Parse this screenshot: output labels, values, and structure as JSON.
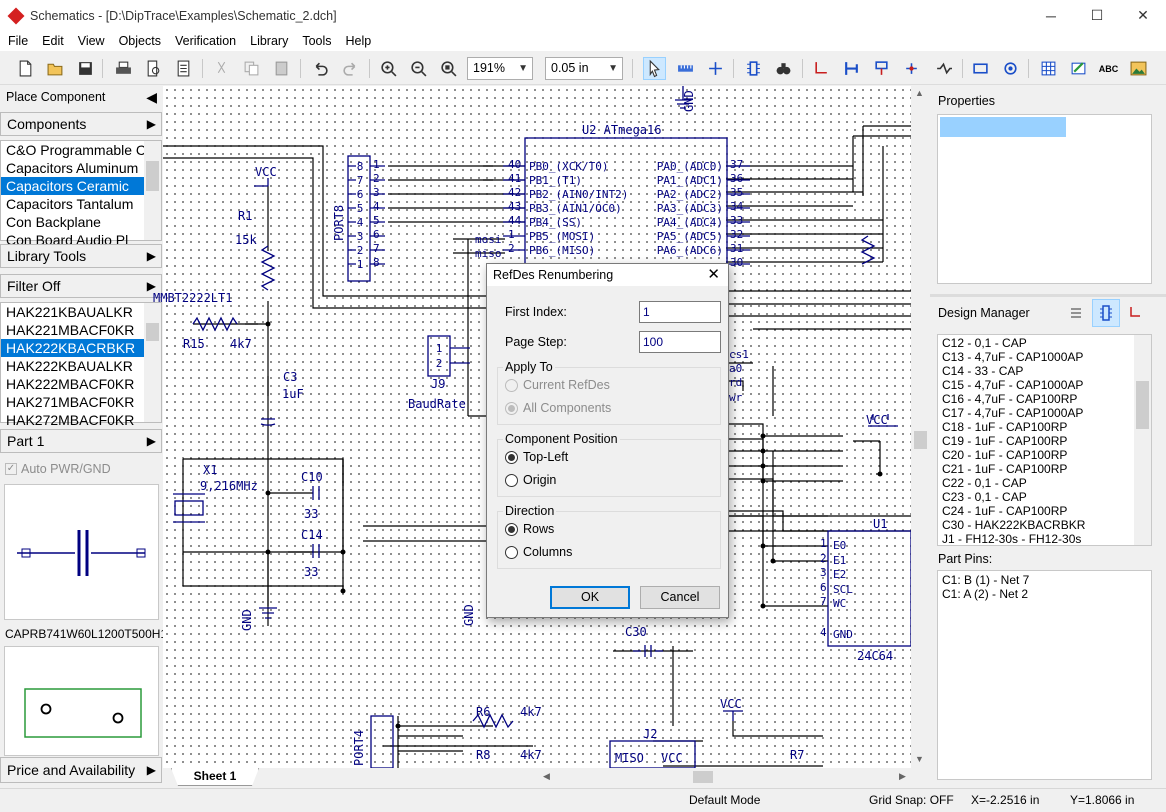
{
  "window": {
    "title": "Schematics - [D:\\DipTrace\\Examples\\Schematic_2.dch]",
    "min_glyph": "─",
    "max_glyph": "☐",
    "close_glyph": "✕"
  },
  "menu": [
    "File",
    "Edit",
    "View",
    "Objects",
    "Verification",
    "Library",
    "Tools",
    "Help"
  ],
  "toolbar": {
    "zoom_value": "191%",
    "grid_value": "0.05 in",
    "icons": [
      "new-icon",
      "open-icon",
      "save-icon",
      "print-icon",
      "print-preview-icon",
      "report-icon",
      "cut-icon",
      "copy-icon",
      "paste-icon",
      "undo-icon",
      "redo-icon",
      "zoom-in-icon",
      "zoom-out-icon",
      "zoom-fit-icon",
      "select-icon",
      "ruler-icon",
      "crosshair-icon",
      "place-part-icon",
      "find-icon",
      "wire-icon",
      "bus-icon",
      "net-port-icon",
      "power-icon",
      "hierarchy-icon",
      "component-icon",
      "pin-icon",
      "table-icon",
      "properties-icon",
      "text-icon",
      "image-icon"
    ]
  },
  "left_panel": {
    "place_component": "Place Component",
    "components_header": "Components",
    "library_list": [
      "C&O Programmable C",
      "Capacitors Aluminum",
      "Capacitors Ceramic",
      "Capacitors Tantalum",
      "Con Backplane",
      "Con Board Audio Pl"
    ],
    "library_selected": 2,
    "library_tools": "Library Tools",
    "filter": "Filter Off",
    "parts_list": [
      "HAK221KBAUALKR",
      "HAK221MBACF0KR",
      "HAK222KBACRBKR",
      "HAK222KBAUALKR",
      "HAK222MBACF0KR",
      "HAK271MBACF0KR",
      "HAK272MBACF0KR"
    ],
    "parts_selected": 2,
    "part_header": "Part 1",
    "auto_pwr": "Auto PWR/GND",
    "pattern_name": "CAPRB741W60L1200T500H1",
    "price": "Price and Availability"
  },
  "canvas": {
    "sheet_tab": "Sheet 1",
    "labels": {
      "u2": "U2  ATmega16",
      "vcc1": "VCC",
      "r1": "R1",
      "r1v": "15k",
      "port8": "PORT8",
      "q": "MMBT2222LT1",
      "r15": "R15",
      "r15v": "4k7",
      "c3": "C3",
      "c3v": "1uF",
      "j9": "J9",
      "baud": "BaudRate",
      "x1": "X1",
      "x1v": "9,216MHz",
      "c10": "C10",
      "c10v": "33",
      "c14": "C14",
      "c14v": "33",
      "gnd": "GND",
      "c30": "C30",
      "vcc2": "VCC",
      "u1": "U1",
      "u1t": "24C64",
      "r6": "R6",
      "r6v": "4k7",
      "r8": "R8",
      "r8v": "4k7",
      "j2": "J2",
      "miso": "MISO",
      "vcc3": "VCC",
      "port4": "PORT4",
      "r7": "R7",
      "vcc4": "VCC"
    },
    "u2_left_pins": [
      {
        "n": "40",
        "t": "PB0_(XCK/T0)"
      },
      {
        "n": "41",
        "t": "PB1_(T1)"
      },
      {
        "n": "42",
        "t": "PB2_(AIN0/INT2)"
      },
      {
        "n": "43",
        "t": "PB3_(AIN1/OC0)"
      },
      {
        "n": "44",
        "t": "PB4_(SS)"
      },
      {
        "n": "1",
        "t": "PB5_(MOSI)"
      },
      {
        "n": "2",
        "t": "PB6_(MISO)"
      }
    ],
    "u2_right_pins": [
      {
        "n": "37",
        "t": "PA0_(ADC0)"
      },
      {
        "n": "36",
        "t": "PA1_(ADC1)"
      },
      {
        "n": "35",
        "t": "PA2_(ADC2)"
      },
      {
        "n": "34",
        "t": "PA3_(ADC3)"
      },
      {
        "n": "33",
        "t": "PA4_(ADC4)"
      },
      {
        "n": "32",
        "t": "PA5_(ADC5)"
      },
      {
        "n": "31",
        "t": "PA6_(ADC6)"
      },
      {
        "n": "30",
        "t": ""
      }
    ],
    "net_labels": [
      "mosi",
      "miso",
      "cs1",
      "a0",
      "rd",
      "wr"
    ],
    "u1_pins": [
      {
        "n": "1",
        "t": "E0"
      },
      {
        "n": "2",
        "t": "E1"
      },
      {
        "n": "3",
        "t": "E2"
      },
      {
        "n": "6",
        "t": "SCL"
      },
      {
        "n": "7",
        "t": "WC"
      },
      {
        "n": "4",
        "t": "GND"
      }
    ]
  },
  "dialog": {
    "title": "RefDes Renumbering",
    "first_index_label": "First Index:",
    "first_index_value": "1",
    "page_step_label": "Page Step:",
    "page_step_value": "100",
    "apply_to": "Apply To",
    "current_refdes": "Current RefDes",
    "all_components": "All Components",
    "component_position": "Component Position",
    "top_left": "Top-Left",
    "origin": "Origin",
    "direction": "Direction",
    "rows": "Rows",
    "columns": "Columns",
    "ok": "OK",
    "cancel": "Cancel"
  },
  "right_panel": {
    "properties": "Properties",
    "design_manager": "Design Manager",
    "design_items": [
      "C12 - 0,1 - CAP",
      "C13 - 4,7uF - CAP1000AP",
      "C14 - 33 - CAP",
      "C15 - 4,7uF - CAP1000AP",
      "C16 - 4,7uF - CAP100RP",
      "C17 - 4,7uF - CAP1000AP",
      "C18 - 1uF - CAP100RP",
      "C19 - 1uF - CAP100RP",
      "C20 - 1uF - CAP100RP",
      "C21 - 1uF - CAP100RP",
      "C22 - 0,1 - CAP",
      "C23 - 0,1 - CAP",
      "C24 - 1uF - CAP100RP",
      "C30 - HAK222KBACRBKR",
      "J1 - FH12-30s - FH12-30s"
    ],
    "part_pins": "Part Pins:",
    "pins": [
      "C1: B (1) - Net 7",
      "C1: A (2) - Net 2"
    ]
  },
  "status": {
    "mode": "Default Mode",
    "grid_snap": "Grid Snap: OFF",
    "x": "X=-2.2516 in",
    "y": "Y=1.8066 in"
  },
  "colors": {
    "schematic": "#000080",
    "wire": "#000000",
    "accent": "#0078d7"
  }
}
